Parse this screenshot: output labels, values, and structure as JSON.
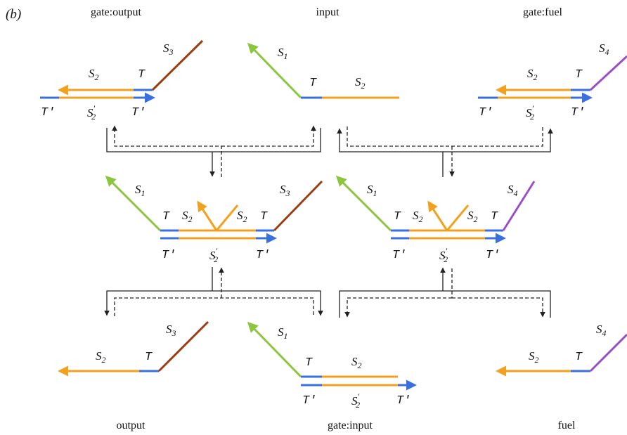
{
  "panel_label": "(b)",
  "complexes": {
    "top_left": "gate:output",
    "top_center": "input",
    "top_right": "gate:fuel",
    "bottom_left": "output",
    "bottom_center": "gate:input",
    "bottom_right": "fuel"
  },
  "domains": {
    "s1": "S",
    "s1_sub": "1",
    "s2": "S",
    "s2_sub": "2",
    "s3": "S",
    "s3_sub": "3",
    "s4": "S",
    "s4_sub": "4",
    "t": "T",
    "tp": "T′",
    "s2p": "S",
    "s2p_mark": "′"
  },
  "colors": {
    "toehold": "#3a6fe0",
    "s2": "#f2a11f",
    "s1": "#8cc63f",
    "s3": "#9a3d12",
    "s4": "#9b4fc4"
  }
}
